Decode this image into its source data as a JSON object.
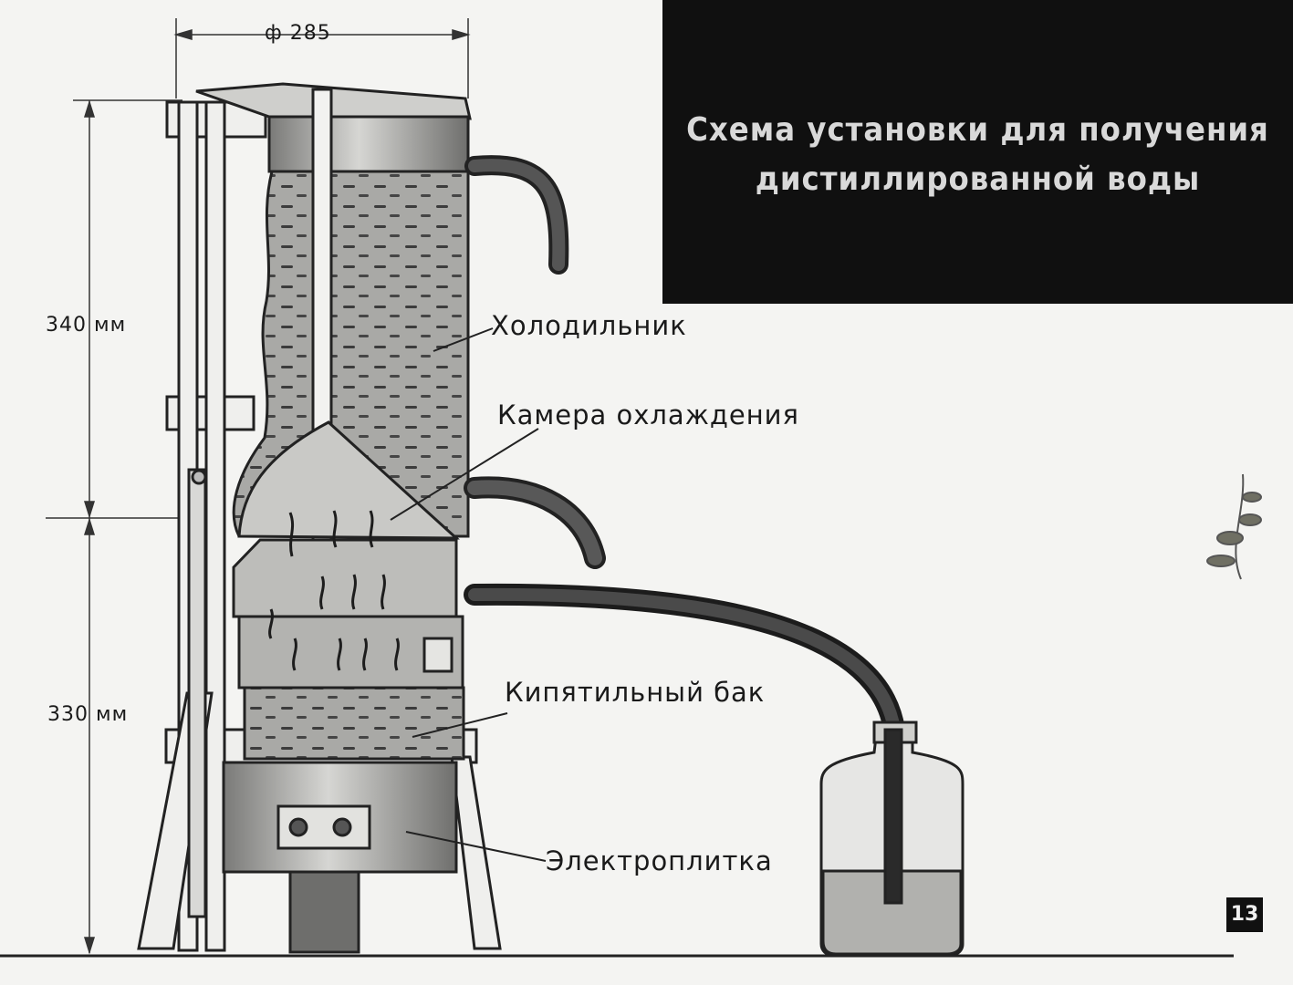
{
  "title": {
    "line1": "Схема установки для получения",
    "line2": "дистиллированной воды"
  },
  "labels": {
    "condenser": "Холодильник",
    "cooling_chamber": "Камера охлаждения",
    "boiling_tank": "Кипятильный бак",
    "hotplate": "Электроплитка"
  },
  "dimensions": {
    "diameter": "ф 285",
    "upper_height": "340 мм",
    "lower_height": "330 мм"
  },
  "page_number": "13"
}
